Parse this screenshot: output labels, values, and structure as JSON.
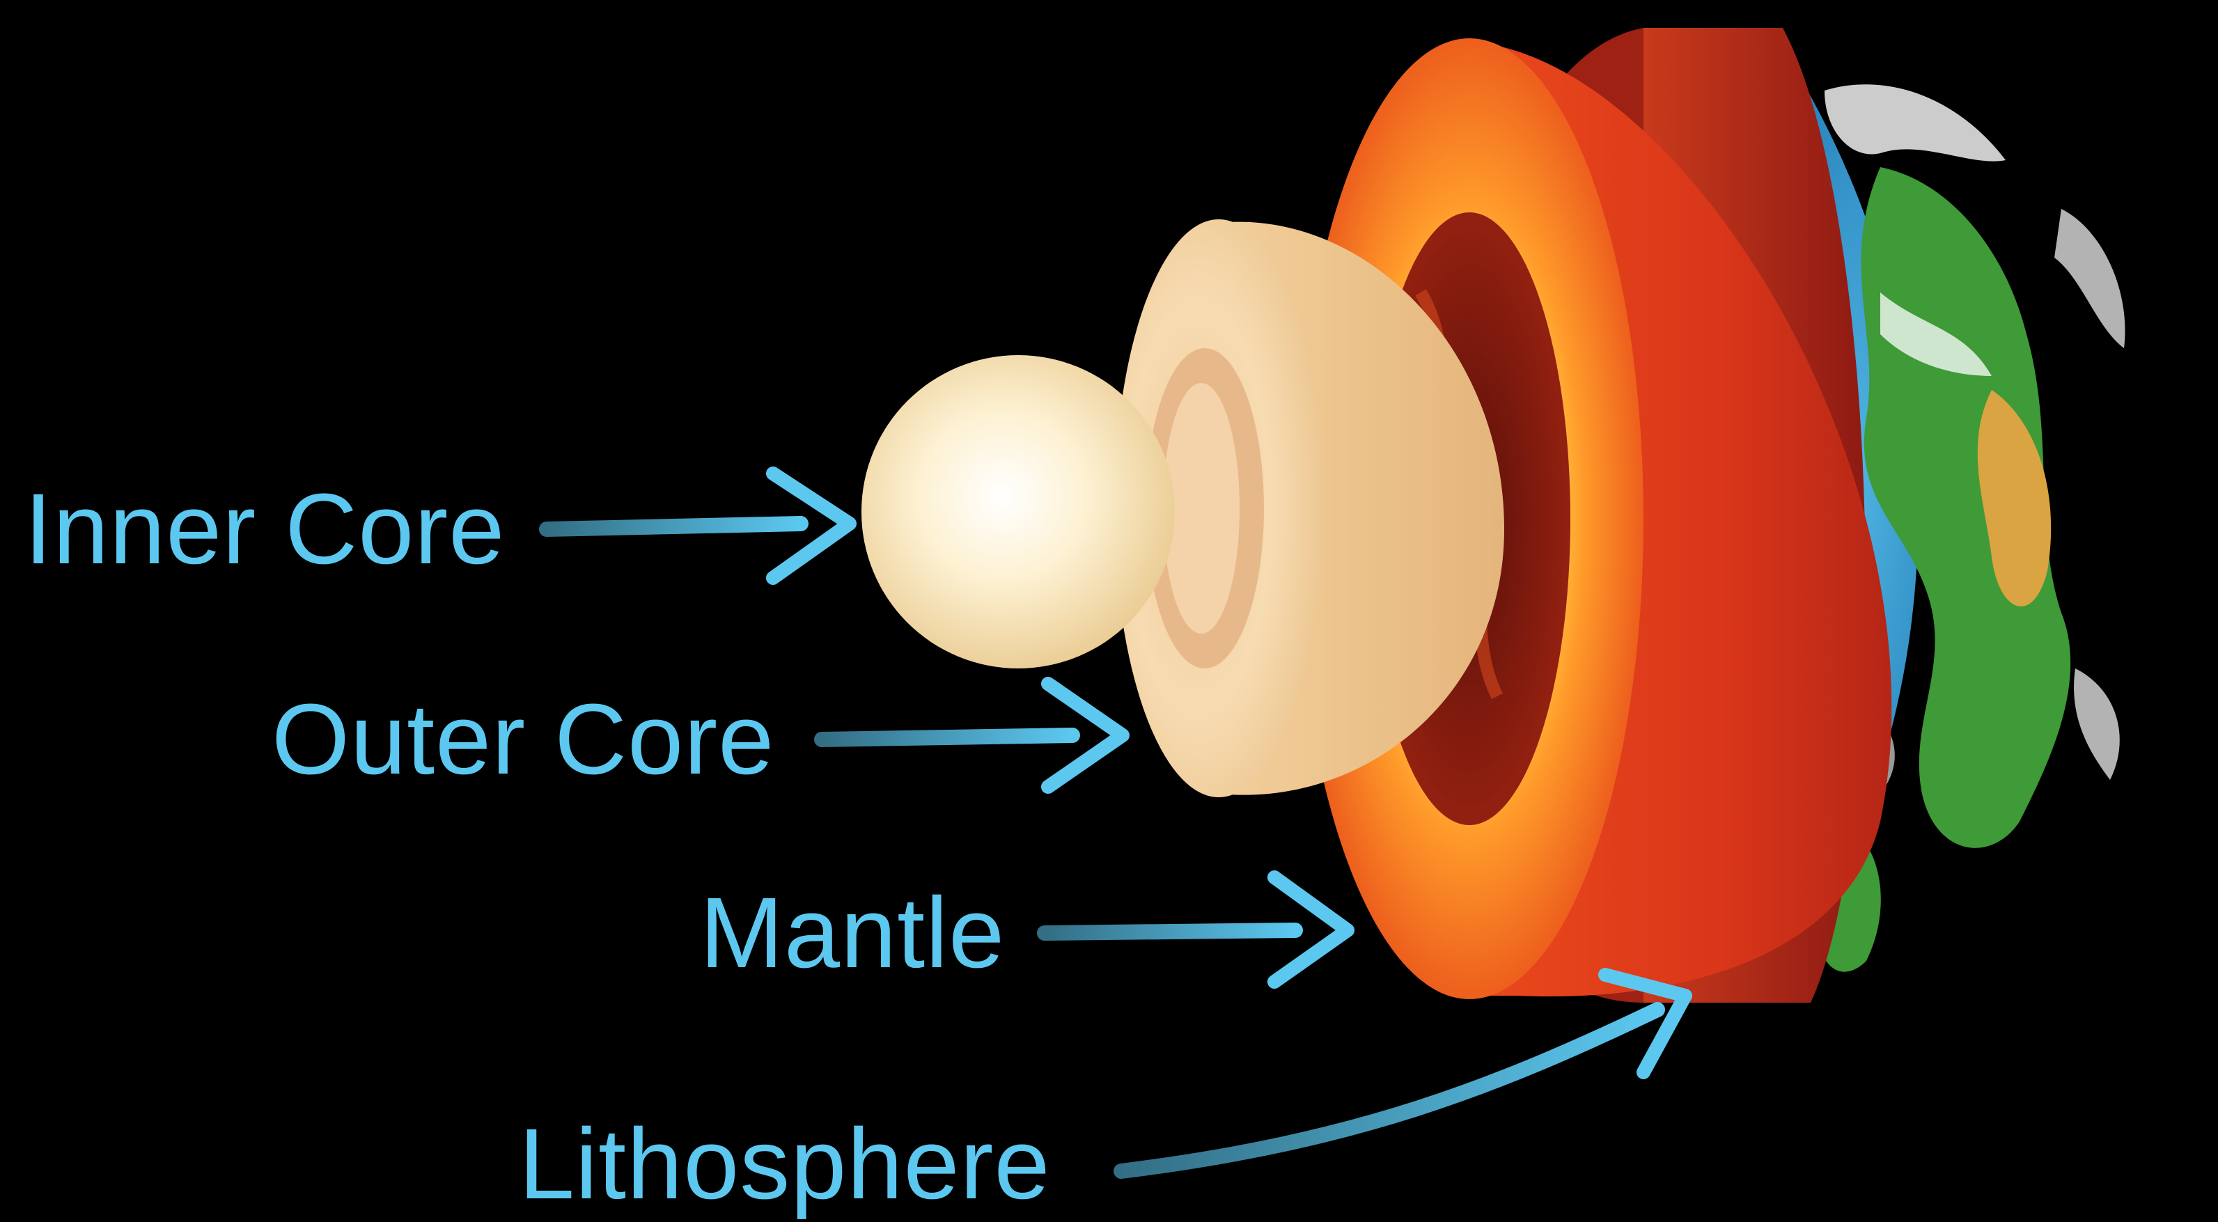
{
  "colors": {
    "background": "#000000",
    "label": "#5cc8f0",
    "inner_core": "#fbeccb",
    "outer_core": "#f4d6a8",
    "mantle": "#e8441c",
    "lithosphere": "#b5231a",
    "ocean": "#2a8fc6",
    "land": "#3f9a38"
  },
  "labels": {
    "inner_core": "Inner Core",
    "outer_core": "Outer Core",
    "mantle": "Mantle",
    "lithosphere": "Lithosphere"
  }
}
